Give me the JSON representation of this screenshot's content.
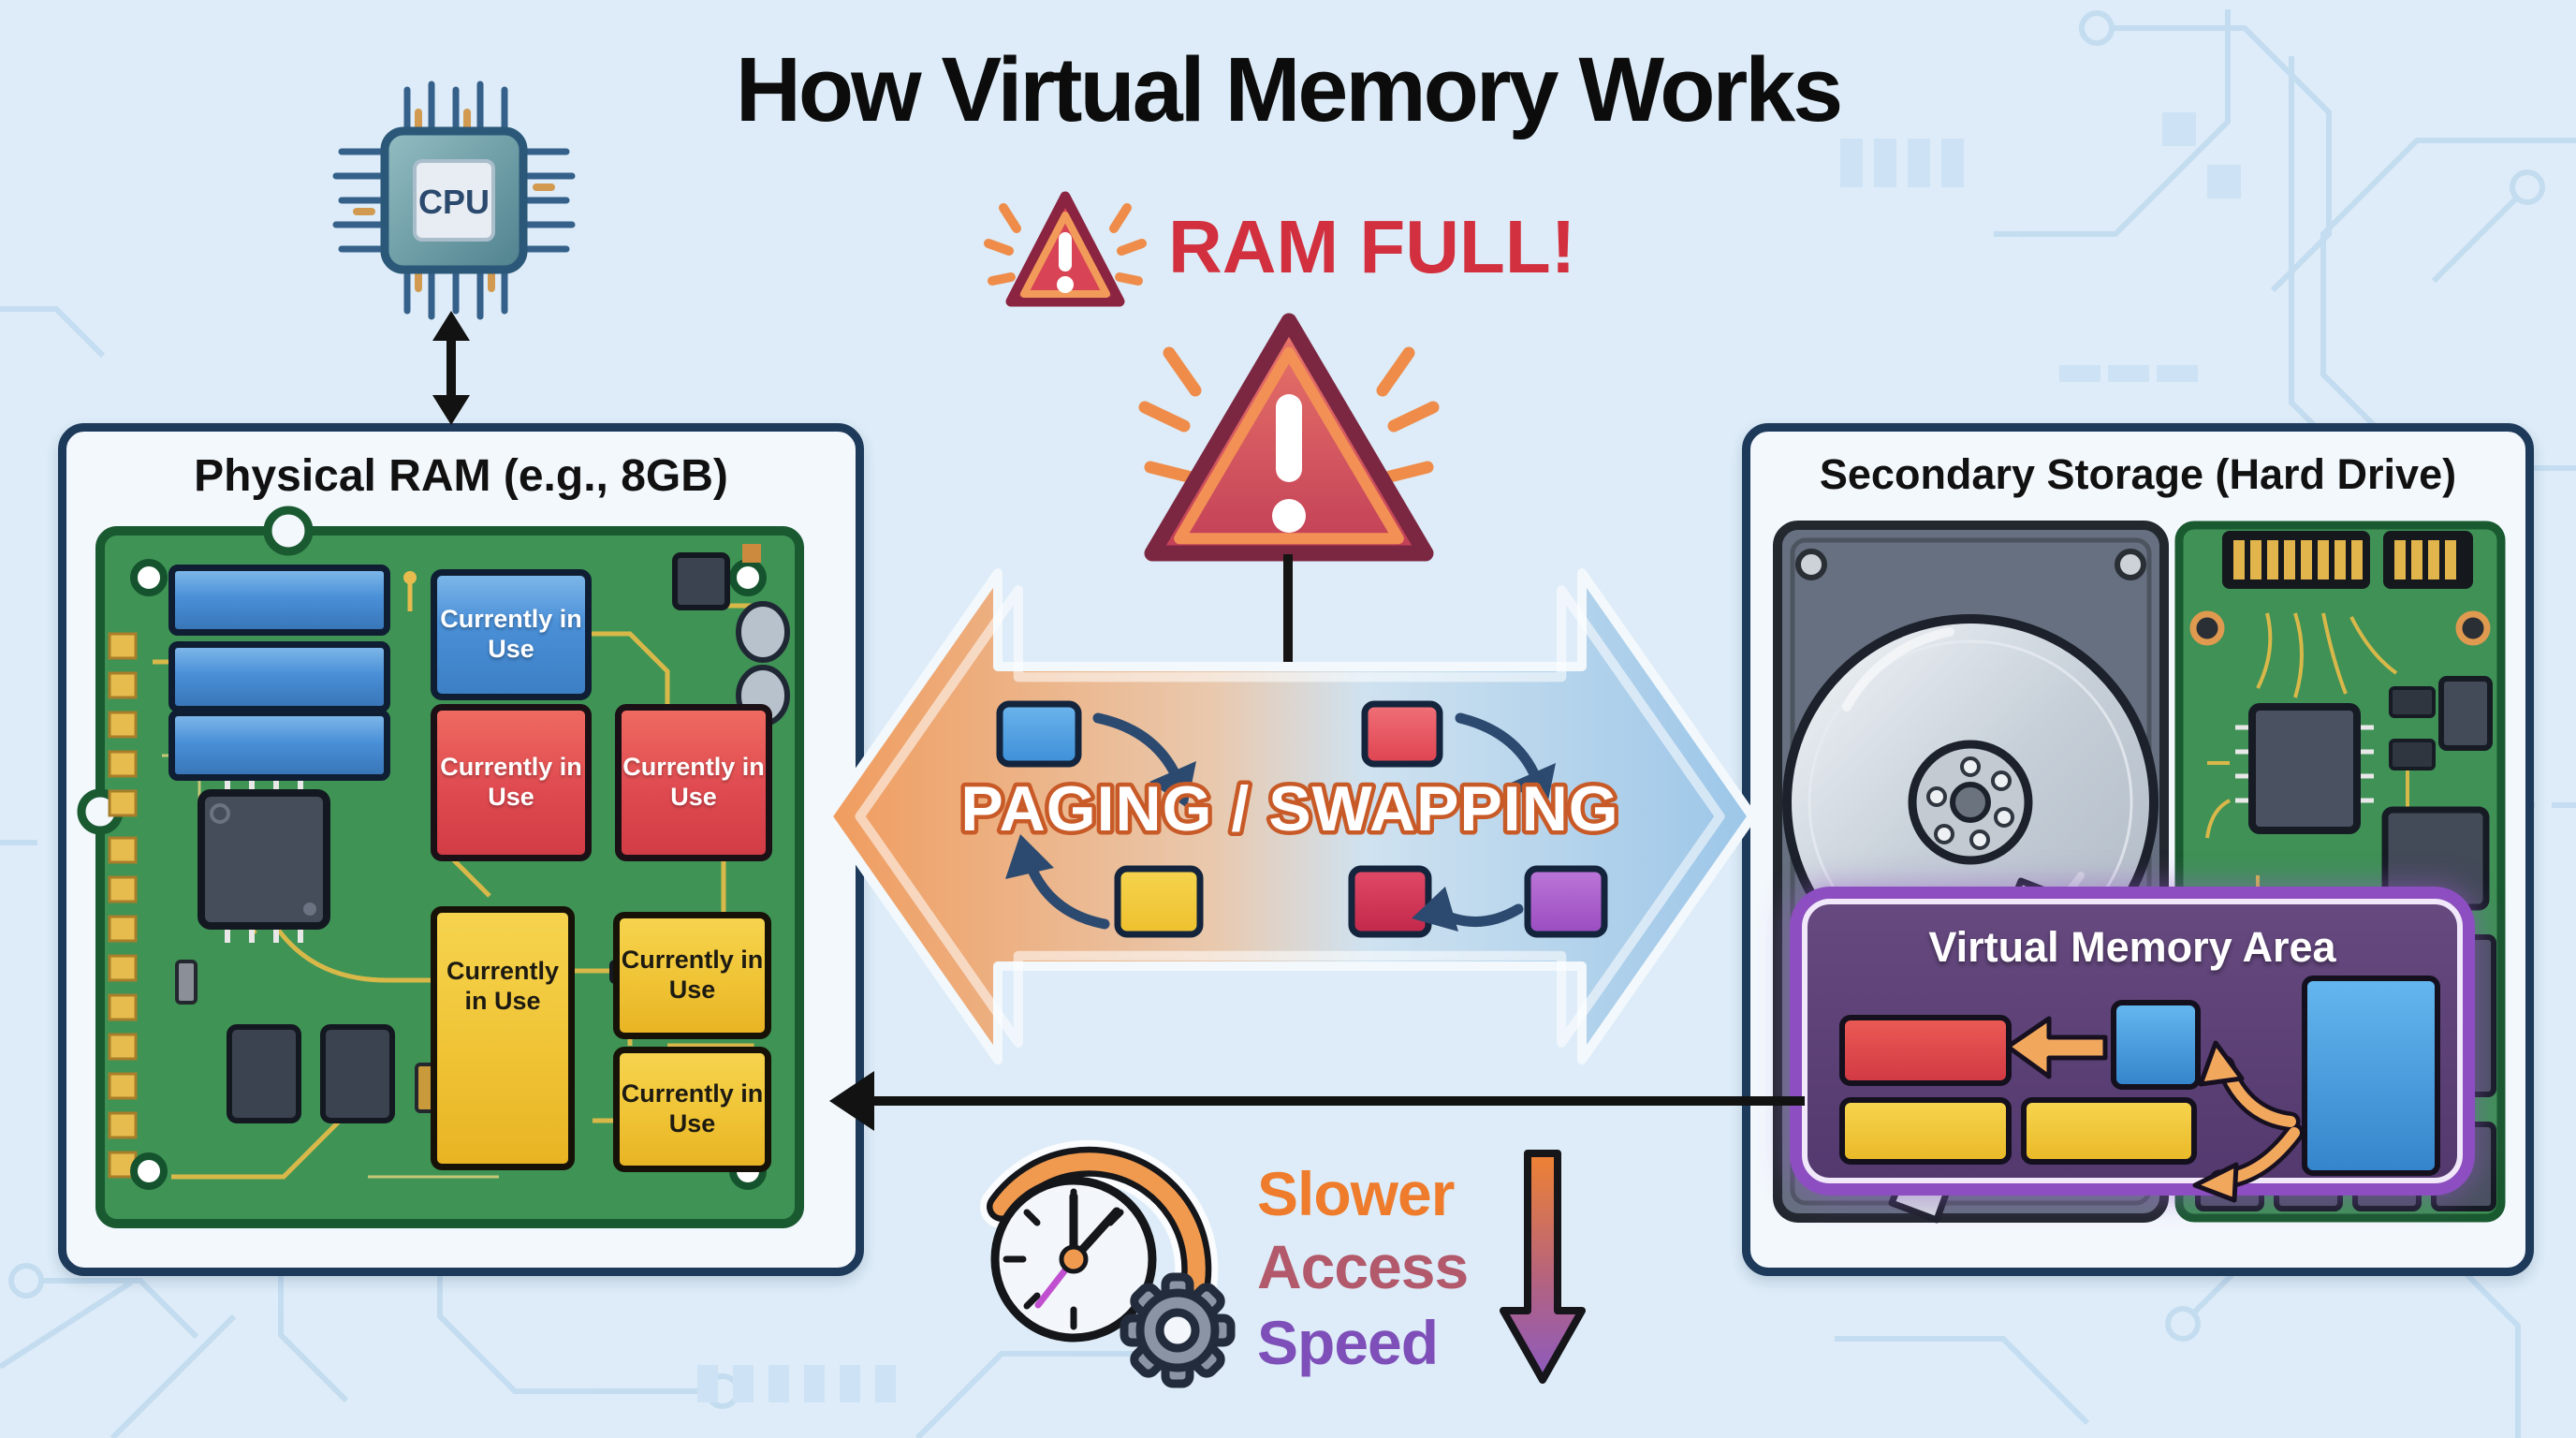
{
  "title": "How Virtual Memory Works",
  "cpu": {
    "label": "CPU"
  },
  "alert": {
    "label": "RAM FULL!"
  },
  "ram_box": {
    "title": "Physical RAM (e.g., 8GB)",
    "block_label": "Currently in Use",
    "used_blocks": [
      {
        "color": "blue"
      },
      {
        "color": "red"
      },
      {
        "color": "red"
      },
      {
        "color": "yellow"
      },
      {
        "color": "yellow"
      },
      {
        "color": "yellow"
      }
    ]
  },
  "paging": {
    "label": "PAGING / SWAPPING"
  },
  "storage_box": {
    "title": "Secondary Storage (Hard Drive)"
  },
  "vm_area": {
    "title": "Virtual Memory Area"
  },
  "speed": {
    "line1": "Slower",
    "line2": "Access",
    "line3": "Speed"
  },
  "colors": {
    "background": "#ddecf8",
    "alert_red": "#d2303e",
    "panel_border": "#1e3a5a",
    "pcb_green": "#3f9355",
    "block_blue": "#4a90d8",
    "block_red": "#df4a50",
    "block_yellow": "#efc233",
    "vm_purple": "#53396e",
    "paging_orange": "#c85a28",
    "swap_arrow_navy": "#2c4a70",
    "speed_orange": "#ee7c2c",
    "speed_rose": "#b2596b",
    "speed_purple": "#7e4fb8"
  }
}
